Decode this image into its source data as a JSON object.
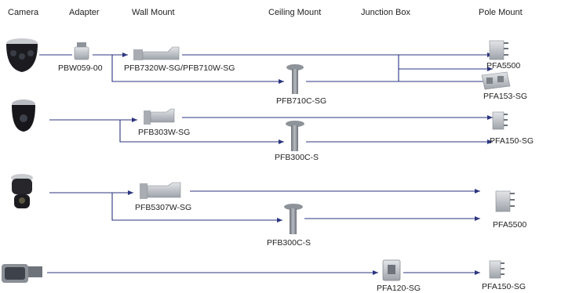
{
  "headers": {
    "camera": "Camera",
    "adapter": "Adapter",
    "wall_mount": "Wall Mount",
    "ceiling_mount": "Ceiling Mount",
    "junction_box": "Junction Box",
    "pole_mount": "Pole  Mount"
  },
  "rows": [
    {
      "adapter": "PBW059-00",
      "wall": "PFB7320W-SG/PFB710W-SG",
      "ceiling": "PFB710C-SG",
      "poles": [
        "PFA5500",
        "PFA153-SG"
      ]
    },
    {
      "wall": "PFB303W-SG",
      "ceiling": "PFB300C-S",
      "poles": [
        "PFA150-SG"
      ]
    },
    {
      "wall": "PFB5307W-SG",
      "ceiling": "PFB300C-S",
      "poles": [
        "PFA5500"
      ]
    },
    {
      "junction": "PFA120-SG",
      "poles": [
        "PFA150-SG"
      ]
    }
  ],
  "colors": {
    "connector": "#2c3580",
    "device_dark": "#1c1c20",
    "device_light": "#c9cbcf",
    "bracket": "#9fa4ab"
  }
}
